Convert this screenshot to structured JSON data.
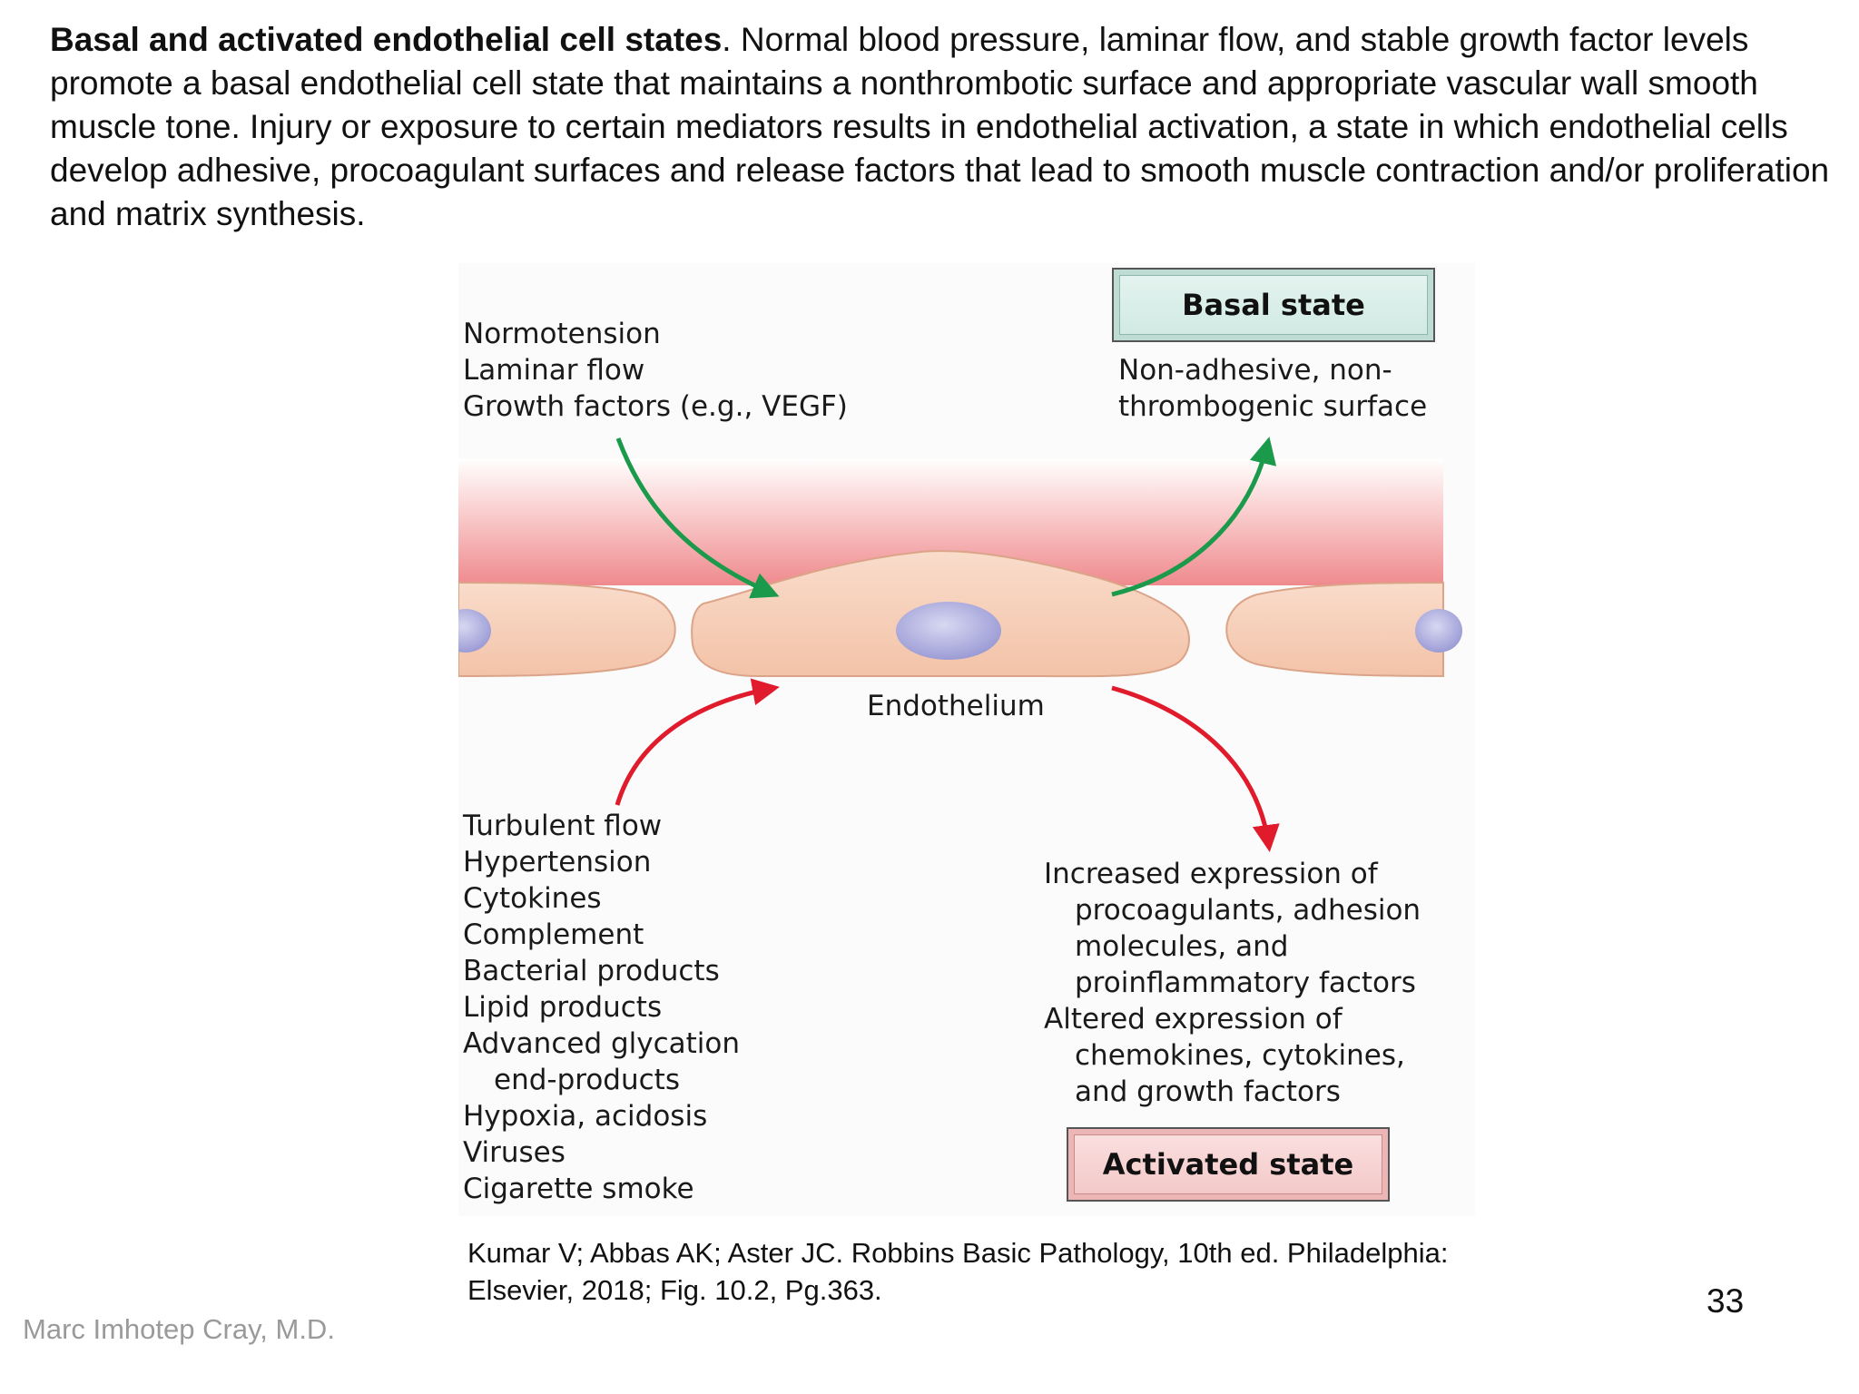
{
  "caption": {
    "title": "Basal and activated endothelial cell states",
    "body": ". Normal blood pressure, laminar flow, and stable growth factor levels promote a basal endothelial cell  state that maintains a nonthrombotic surface and appropriate vascular wall  smooth muscle tone. Injury or exposure to certain mediators results in  endothelial activation, a state in which endothelial cells develop adhesive, procoagulant surfaces and release factors that lead to smooth muscle contraction and/or proliferation and matrix synthesis."
  },
  "diagram": {
    "basal_inputs": [
      "Normotension",
      "Laminar flow",
      "Growth factors (e.g., VEGF)"
    ],
    "basal_state_label": "Basal state",
    "basal_outcome": [
      "Non-adhesive, non-",
      "thrombogenic surface"
    ],
    "endothelium_label": "Endothelium",
    "activating_inputs": [
      "Turbulent flow",
      "Hypertension",
      "Cytokines",
      "Complement",
      "Bacterial products",
      "Lipid products",
      "Advanced glycation",
      "end-products",
      "Hypoxia, acidosis",
      "Viruses",
      "Cigarette smoke"
    ],
    "activated_outcome": {
      "line1": "Increased expression of",
      "line2": "procoagulants, adhesion",
      "line3": "molecules, and",
      "line4": "proinflammatory factors",
      "line5": "Altered expression of",
      "line6": "chemokines, cytokines,",
      "line7": "and growth factors"
    },
    "activated_state_label": "Activated state",
    "colors": {
      "green_arrow": "#1a9a4a",
      "red_arrow": "#e01b2b",
      "cell_fill": "#f6cdb7",
      "nucleus_fill": "#b3b3e0",
      "lumen_red": "#ef8a8e"
    }
  },
  "citation": {
    "line1": "Kumar V; Abbas AK; Aster JC. Robbins Basic Pathology, 10th  ed. Philadelphia:",
    "line2": "Elsevier, 2018; Fig. 10.2, Pg.363."
  },
  "page_number": "33",
  "author": "Marc Imhotep Cray, M.D."
}
